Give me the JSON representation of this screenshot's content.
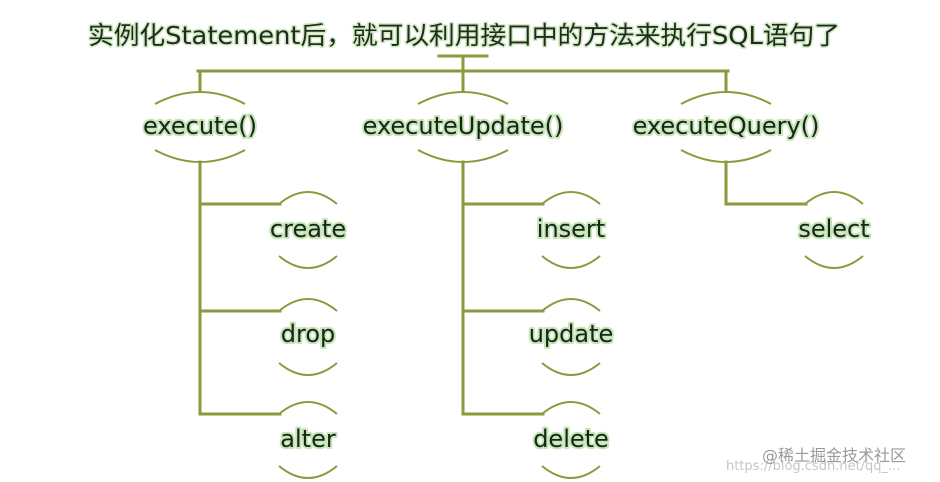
{
  "title": "实例化Statement后，就可以利用接口中的方法来执行SQL语句了",
  "methods": [
    {
      "label": "execute()",
      "children": [
        "create",
        "drop",
        "alter"
      ]
    },
    {
      "label": "executeUpdate()",
      "children": [
        "insert",
        "update",
        "delete"
      ]
    },
    {
      "label": "executeQuery()",
      "children": [
        "select"
      ]
    }
  ],
  "watermark": {
    "url": "https://blog.csdn.net/qq_...",
    "brand": "@稀土掘金技术社区"
  },
  "colors": {
    "line": "#8a9a3c",
    "text": "#11281a",
    "glow": "#c9e4b6"
  }
}
